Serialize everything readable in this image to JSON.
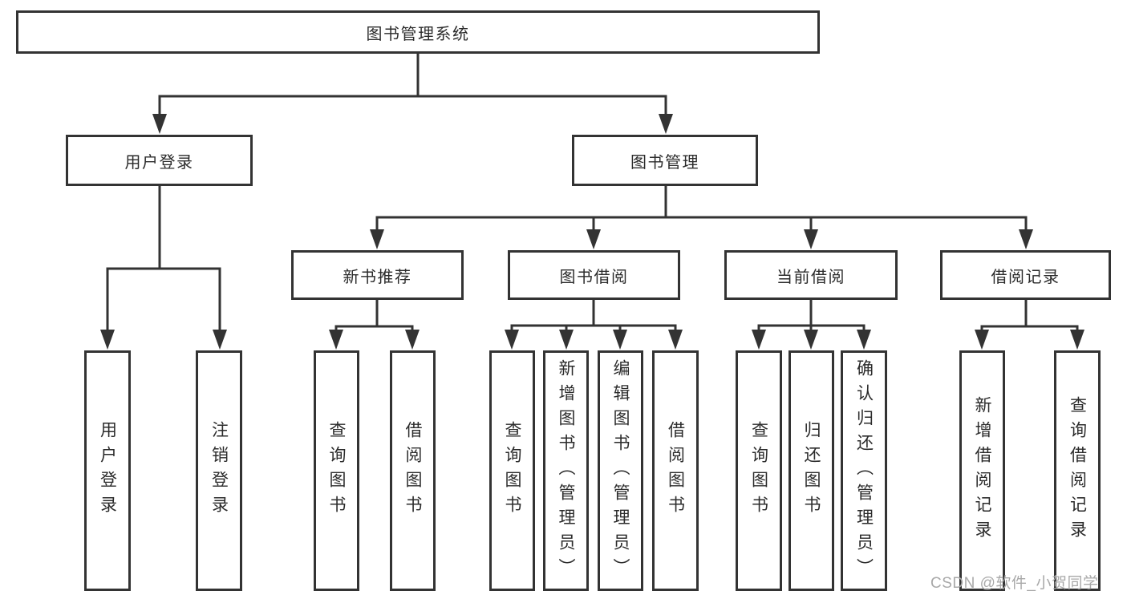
{
  "colors": {
    "line": "#333333",
    "text": "#2b2b2b",
    "background": "#ffffff",
    "watermark": "#a9a9a9"
  },
  "nodes": {
    "root": {
      "label": "图书管理系统"
    },
    "user_login": {
      "label": "用户登录"
    },
    "book_mgmt": {
      "label": "图书管理"
    },
    "new_book_rec": {
      "label": "新书推荐"
    },
    "book_borrow": {
      "label": "图书借阅"
    },
    "current_borrow": {
      "label": "当前借阅"
    },
    "borrow_records": {
      "label": "借阅记录"
    },
    "leaf_user_login": {
      "label": "用户登录"
    },
    "leaf_logout": {
      "label": "注销登录"
    },
    "leaf_nbr_query": {
      "label": "查询图书"
    },
    "leaf_nbr_borrow": {
      "label": "借阅图书"
    },
    "leaf_bb_query": {
      "label": "查询图书"
    },
    "leaf_bb_add": {
      "label": "新增图书（管理员）"
    },
    "leaf_bb_edit": {
      "label": "编辑图书（管理员）"
    },
    "leaf_bb_borrow": {
      "label": "借阅图书"
    },
    "leaf_cb_query": {
      "label": "查询图书"
    },
    "leaf_cb_return": {
      "label": "归还图书"
    },
    "leaf_cb_confirm": {
      "label": "确认归还（管理员）"
    },
    "leaf_br_add": {
      "label": "新增借阅记录"
    },
    "leaf_br_query": {
      "label": "查询借阅记录"
    }
  },
  "watermark": {
    "text": "CSDN @软件_小贺同学"
  }
}
